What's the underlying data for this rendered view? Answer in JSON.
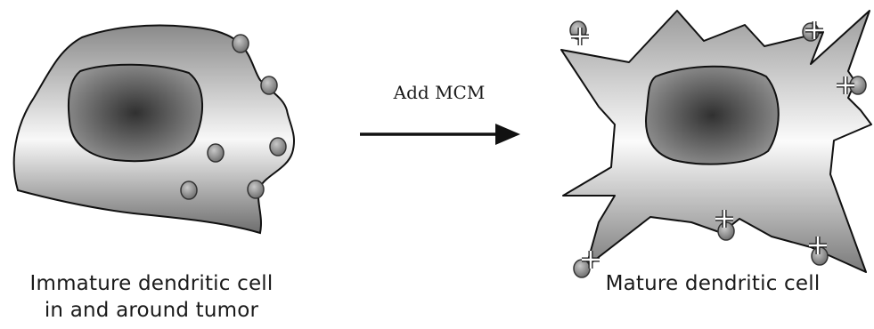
{
  "process": {
    "label": "Add MCM"
  },
  "cells": {
    "immature": {
      "caption_line1": "Immature dendritic cell",
      "caption_line2": "in and around tumor"
    },
    "mature": {
      "caption": "Mature dendritic cell"
    }
  },
  "colors": {
    "outline": "#111111",
    "cell_light": "#fafafa",
    "cell_dark": "#6e6e6e",
    "nucleus_dark": "#2e2e2e",
    "nucleus_light": "#9a9a9a",
    "receptor": "#8a8a8a"
  },
  "icons": {
    "receptor": "receptor-dot-icon",
    "activated_receptor": "plus-marker-icon",
    "arrow": "right-arrow-icon"
  }
}
